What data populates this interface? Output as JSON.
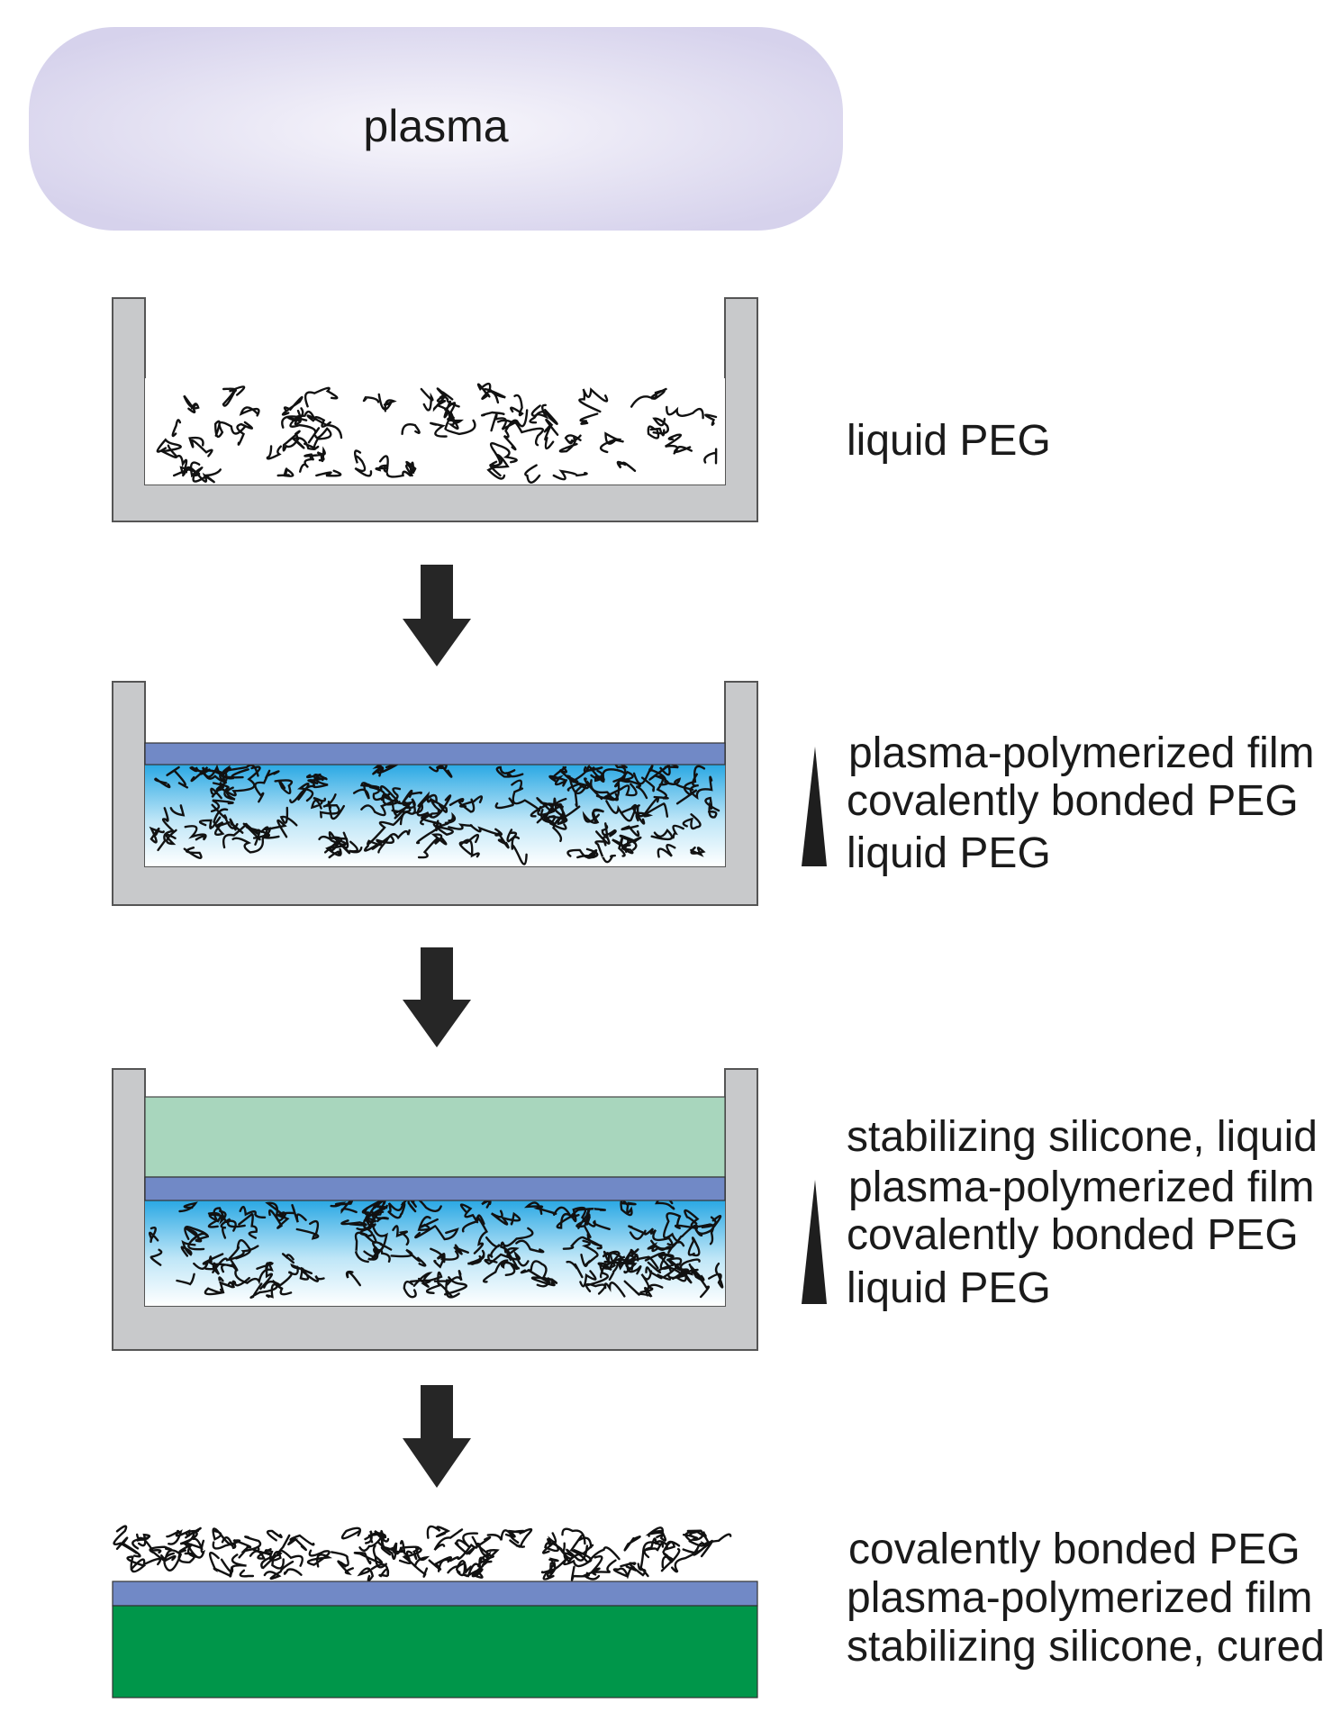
{
  "plasma": {
    "label": "plasma"
  },
  "steps": [
    {
      "labels": [
        "liquid PEG"
      ]
    },
    {
      "labels": [
        "plasma-polymerized film",
        "covalently bonded PEG",
        "liquid PEG"
      ]
    },
    {
      "labels": [
        "stabilizing silicone, liquid",
        "plasma-polymerized film",
        "covalently bonded PEG",
        "liquid PEG"
      ]
    },
    {
      "labels": [
        "covalently bonded PEG",
        "plasma-polymerized film",
        "stabilizing silicone, cured"
      ]
    }
  ],
  "colors": {
    "plasma_fill": "#d6d2ec",
    "container": "#c8c9cb",
    "film": "#7189c6",
    "peg_gradient_top": "#2aa8e4",
    "silicone_liquid": "#a8d6bd",
    "silicone_cured": "#00964a",
    "arrow": "#262626",
    "chains": "#111111"
  }
}
